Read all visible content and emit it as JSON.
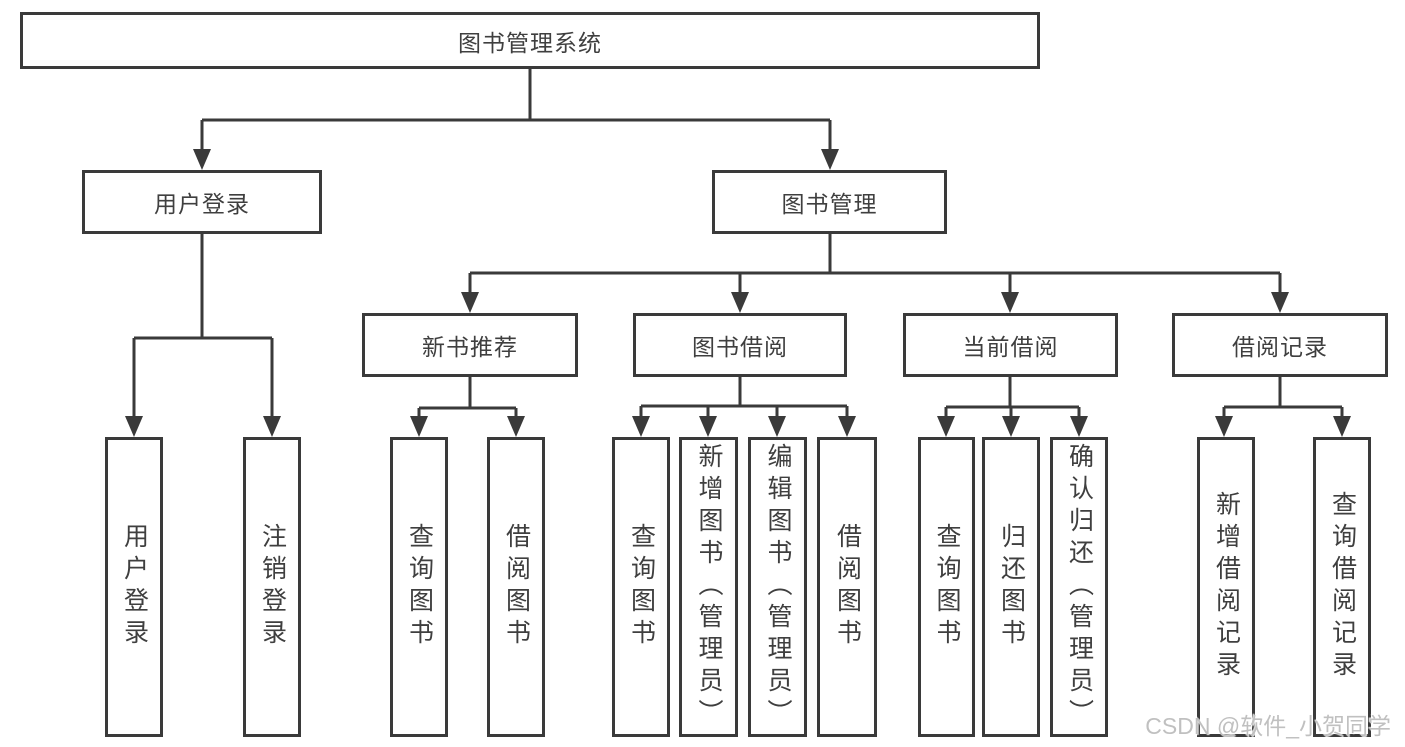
{
  "tree": {
    "label": "图书管理系统",
    "children": [
      {
        "label": "用户登录",
        "children": [
          {
            "label": "用户登录"
          },
          {
            "label": "注销登录"
          }
        ]
      },
      {
        "label": "图书管理",
        "children": [
          {
            "label": "新书推荐",
            "children": [
              {
                "label": "查询图书"
              },
              {
                "label": "借阅图书"
              }
            ]
          },
          {
            "label": "图书借阅",
            "children": [
              {
                "label": "查询图书"
              },
              {
                "label": "新增图书（管理员）"
              },
              {
                "label": "编辑图书（管理员）"
              },
              {
                "label": "借阅图书"
              }
            ]
          },
          {
            "label": "当前借阅",
            "children": [
              {
                "label": "查询图书"
              },
              {
                "label": "归还图书"
              },
              {
                "label": "确认归还（管理员）"
              }
            ]
          },
          {
            "label": "借阅记录",
            "children": [
              {
                "label": "新增借阅记录"
              },
              {
                "label": "查询借阅记录"
              }
            ]
          }
        ]
      }
    ]
  },
  "watermark": {
    "text": "CSDN @软件_小贺同学"
  },
  "colors": {
    "line": "#3a3a3a",
    "text": "#3f3f3f",
    "watermark": "#c0c0c0"
  }
}
